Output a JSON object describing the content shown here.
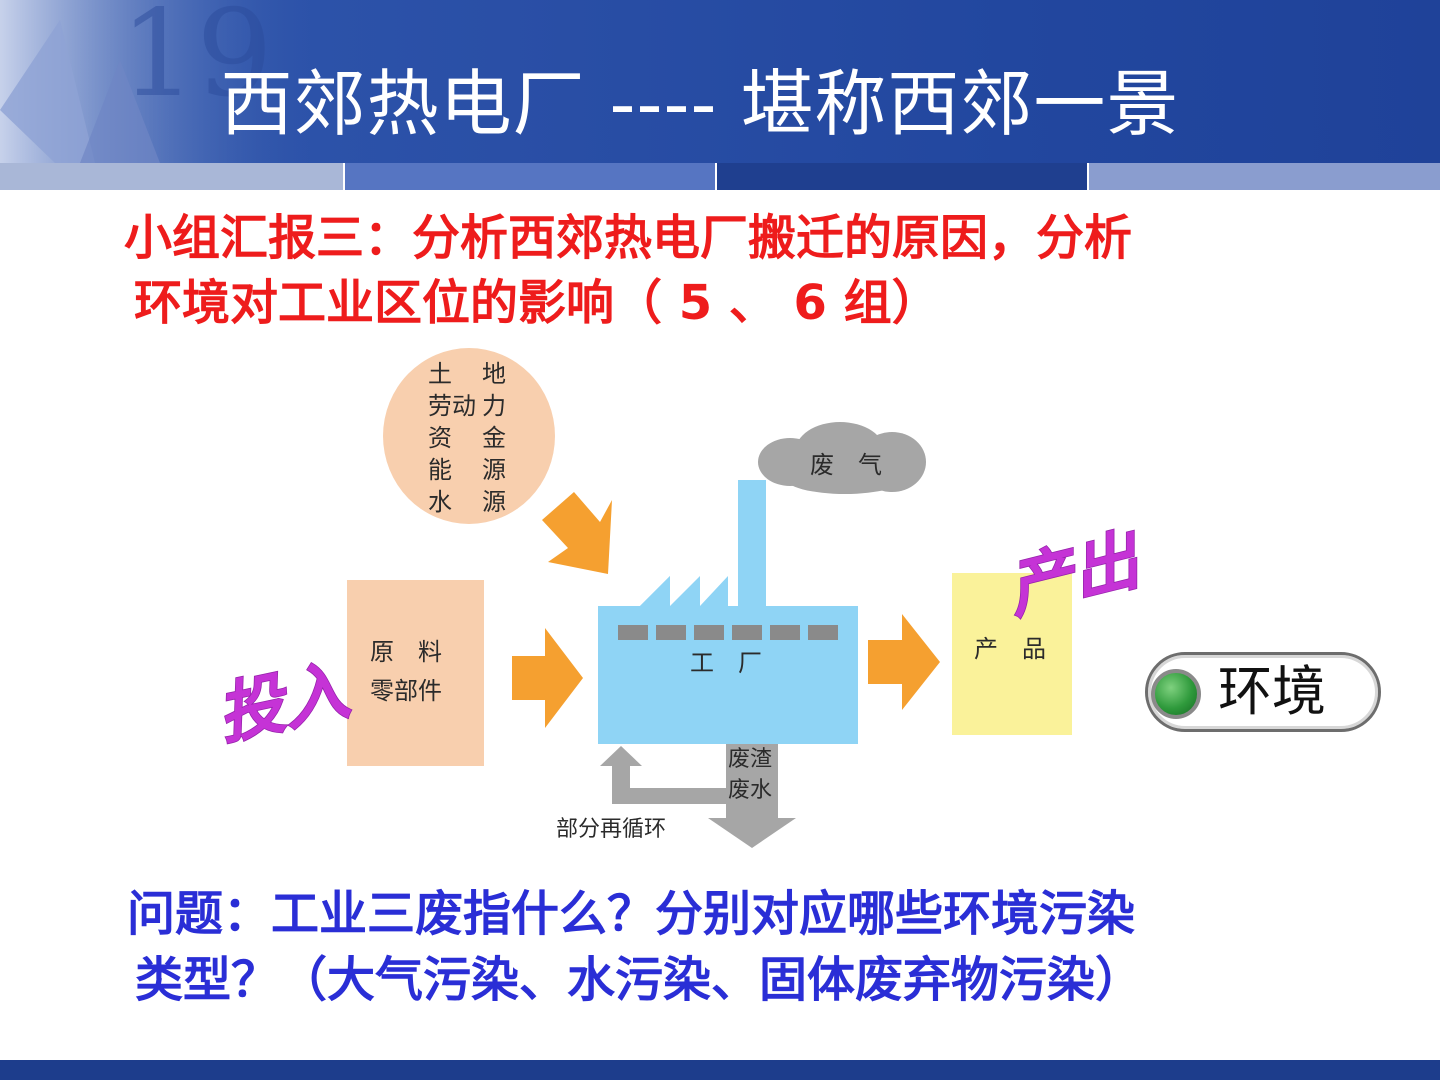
{
  "slide": {
    "title": "西郊热电厂 ---- 堪称西郊一景"
  },
  "task": {
    "line1": "小组汇报三：分析西郊热电厂搬迁的原因，分析",
    "line2": "环境对工业区位的影响（ 5 、 6 组）"
  },
  "diagram": {
    "inputs_circle": [
      {
        "left": "土",
        "right": "地"
      },
      {
        "left": "劳动",
        "right": "力"
      },
      {
        "left": "资",
        "right": "金"
      },
      {
        "left": "能",
        "right": "源"
      },
      {
        "left": "水",
        "right": "源"
      }
    ],
    "raw_materials": [
      "原　料",
      "零部件"
    ],
    "factory_label": "工　厂",
    "exhaust_label": "废　气",
    "product_label": "产　品",
    "waste_labels": [
      "废渣",
      "废水"
    ],
    "recycle_label": "部分再循环",
    "input_word": "投入",
    "output_word": "产出"
  },
  "environment_button": {
    "label": "环境"
  },
  "question": {
    "line1": "问题：工业三废指什么？分别对应哪些环境污染",
    "line2": "类型？（大气污染、水污染、固体废弃物污染）"
  },
  "colors": {
    "header_blue": "#2a4fa6",
    "task_red": "#ee1c1c",
    "question_blue": "#2a2ed6",
    "factory_blue": "#8fd4f5",
    "input_peach": "#f8cfae",
    "product_yellow": "#faf29a",
    "arrow_orange": "#f5a030",
    "smoke_gray": "#a6a6a6",
    "word_purple": "#c533d6",
    "button_green": "#2f9a3c"
  }
}
